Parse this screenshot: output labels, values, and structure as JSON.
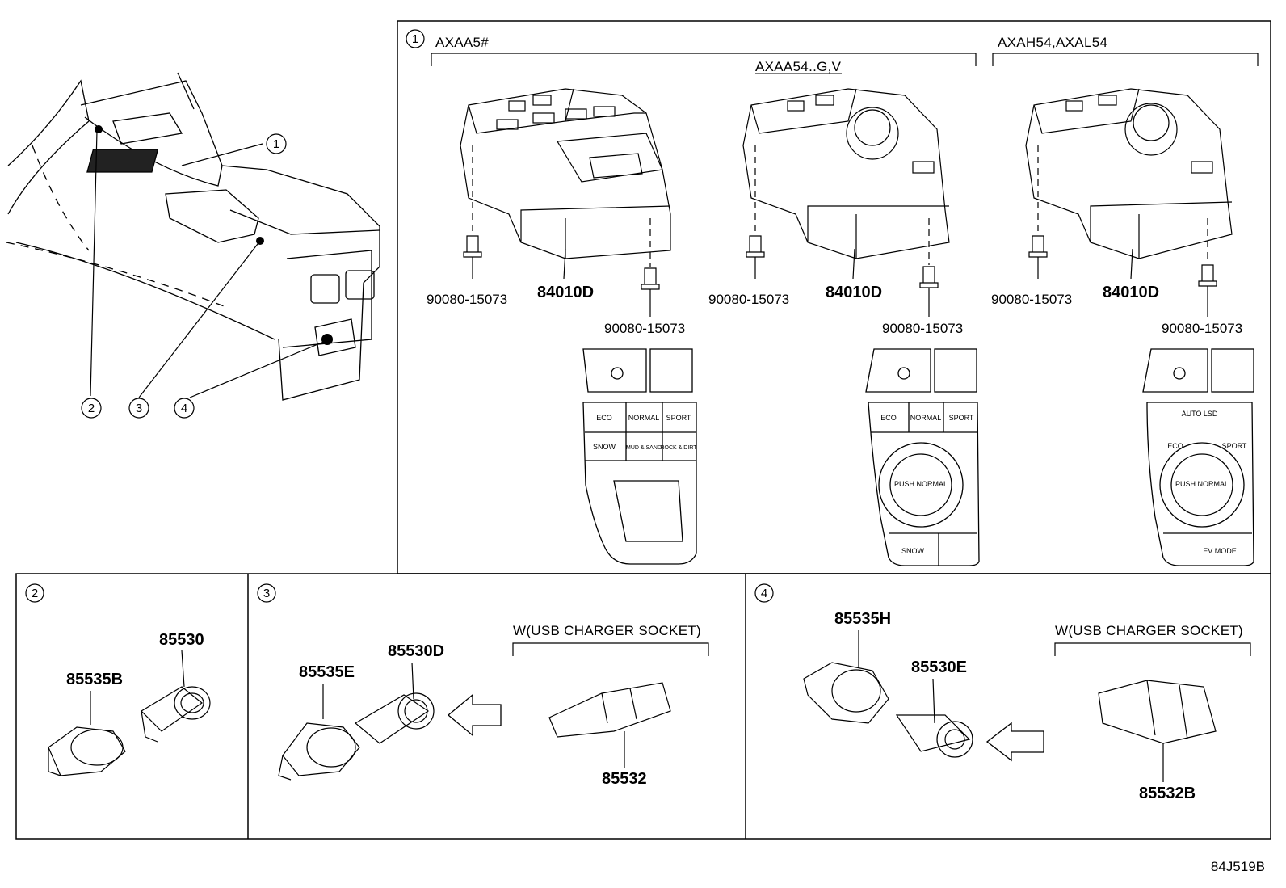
{
  "diagram_code": "84J519B",
  "callouts": [
    "1",
    "2",
    "3",
    "4"
  ],
  "box1": {
    "callout": "1",
    "group_axaa5": "AXAA5#",
    "group_axaa54": "AXAA54..G,V",
    "group_axah54": "AXAH54,AXAL54",
    "screw_part": "90080-15073",
    "switch_part": "84010D",
    "panel_a": {
      "labels": [
        "ECO",
        "NORMAL",
        "SPORT",
        "SNOW",
        "MUD & SAND",
        "ROCK & DIRT"
      ]
    },
    "panel_b": {
      "labels": [
        "ECO",
        "NORMAL",
        "SPORT",
        "PUSH NORMAL",
        "SNOW"
      ]
    },
    "panel_c": {
      "labels": [
        "AUTO LSD",
        "ECO",
        "SPORT",
        "PUSH NORMAL",
        "EV MODE"
      ]
    }
  },
  "box2": {
    "callout": "2",
    "part_a": "85535B",
    "part_b": "85530"
  },
  "box3": {
    "callout": "3",
    "part_a": "85535E",
    "part_b": "85530D",
    "group_label": "W(USB CHARGER SOCKET)",
    "part_c": "85532"
  },
  "box4": {
    "callout": "4",
    "part_a": "85535H",
    "part_b": "85530E",
    "group_label": "W(USB CHARGER SOCKET)",
    "part_c": "85532B"
  }
}
